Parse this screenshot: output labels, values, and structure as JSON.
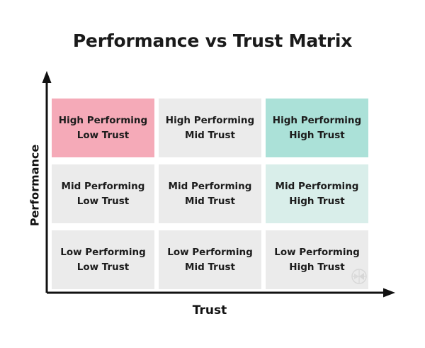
{
  "chart_data": {
    "type": "table",
    "title": "Performance vs Trust Matrix",
    "xlabel": "Trust",
    "ylabel": "Performance",
    "x_categories": [
      "Low Trust",
      "Mid Trust",
      "High Trust"
    ],
    "y_categories": [
      "High Performing",
      "Mid Performing",
      "Low Performing"
    ],
    "grid": false,
    "legend": "none",
    "colors": {
      "highlight_pink": "#F5AAB8",
      "highlight_teal": "#ABE1D8",
      "highlight_teal_light": "#D9EEEA",
      "neutral_gray": "#EBEBEB",
      "axis": "#111111",
      "text": "#1C1C1C",
      "title": "#1A1A1A",
      "background": "#FFFFFF"
    },
    "cells": [
      {
        "row": 0,
        "col": 0,
        "line1": "High Performing",
        "line2": "Low Trust",
        "color": "#F5AAB8",
        "emphasis": "pink"
      },
      {
        "row": 0,
        "col": 1,
        "line1": "High Performing",
        "line2": "Mid Trust",
        "color": "#EBEBEB",
        "emphasis": "neutral"
      },
      {
        "row": 0,
        "col": 2,
        "line1": "High Performing",
        "line2": "High Trust",
        "color": "#ABE1D8",
        "emphasis": "teal"
      },
      {
        "row": 1,
        "col": 0,
        "line1": "Mid Performing",
        "line2": "Low Trust",
        "color": "#EBEBEB",
        "emphasis": "neutral"
      },
      {
        "row": 1,
        "col": 1,
        "line1": "Mid Performing",
        "line2": "Mid Trust",
        "color": "#EBEBEB",
        "emphasis": "neutral"
      },
      {
        "row": 1,
        "col": 2,
        "line1": "Mid Performing",
        "line2": "High Trust",
        "color": "#D9EEEA",
        "emphasis": "teal-light"
      },
      {
        "row": 2,
        "col": 0,
        "line1": "Low Performing",
        "line2": "Low Trust",
        "color": "#EBEBEB",
        "emphasis": "neutral"
      },
      {
        "row": 2,
        "col": 1,
        "line1": "Low Performing",
        "line2": "Mid Trust",
        "color": "#EBEBEB",
        "emphasis": "neutral"
      },
      {
        "row": 2,
        "col": 2,
        "line1": "Low Performing",
        "line2": "High Trust",
        "color": "#EBEBEB",
        "emphasis": "neutral"
      }
    ]
  },
  "axes": {
    "y_arrow_icon": "arrow-up-icon",
    "x_arrow_icon": "arrow-right-icon"
  },
  "watermark": {
    "icon": "watermark-icon"
  }
}
